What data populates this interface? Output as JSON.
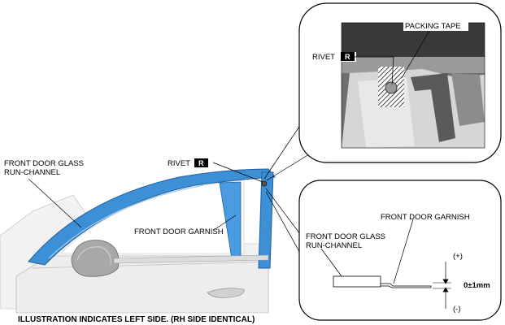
{
  "labels": {
    "packing_tape": "PACKING TAPE",
    "rivet_inset": "RIVET",
    "rivet_main": "RIVET",
    "rivet_badge": "R",
    "run_channel_main_line1": "FRONT DOOR GLASS",
    "run_channel_main_line2": "RUN-CHANNEL",
    "garnish_main": "FRONT DOOR GARNISH",
    "garnish_detail": "FRONT DOOR GARNISH",
    "run_channel_detail_line1": "FRONT DOOR GLASS",
    "run_channel_detail_line2": "RUN-CHANNEL",
    "plus": "(+)",
    "minus": "(-)",
    "tolerance": "0±1mm",
    "caption": "ILLUSTRATION INDICATES LEFT SIDE. (RH SIDE IDENTICAL)"
  },
  "colors": {
    "channel_blue": "#3d8fd6",
    "channel_blue_dark": "#1f5f9e",
    "callout_border": "#000000",
    "photo_dark": "#3a3a3a",
    "badge_bg": "#000000"
  }
}
